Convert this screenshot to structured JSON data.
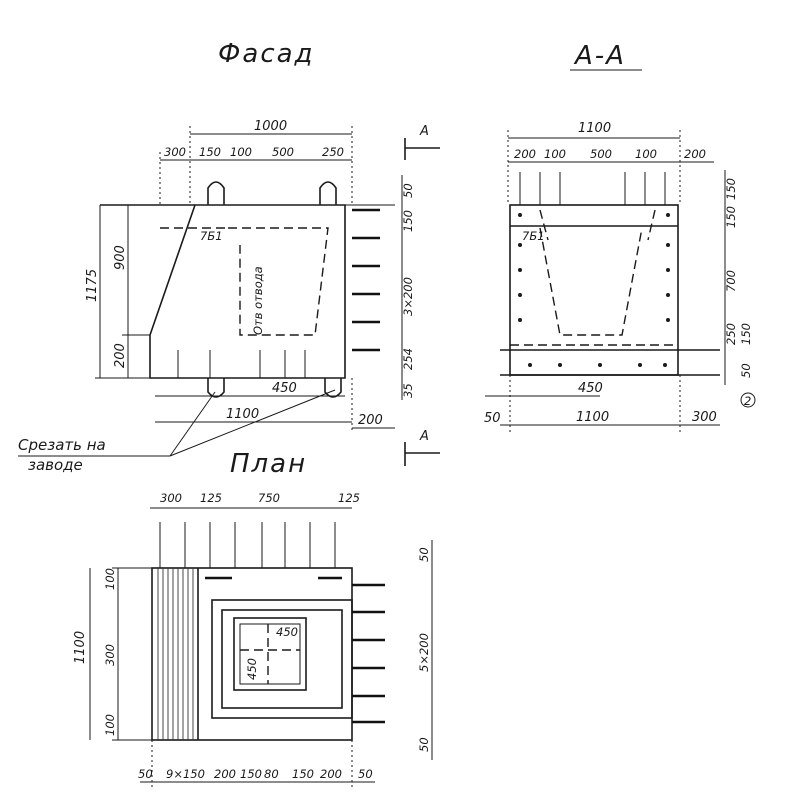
{
  "titles": {
    "facade": "Фасад",
    "section": "А-А",
    "plan": "План"
  },
  "section_marks": {
    "a_top": "А",
    "a_bottom": "А"
  },
  "note": {
    "line1": "Срезать на",
    "line2": "заводе"
  },
  "facade": {
    "top_total": "1000",
    "top_parts": [
      "300",
      "150",
      "100",
      "500",
      "250"
    ],
    "left_total": "1175",
    "left_900": "900",
    "left_200": "200",
    "right_50": "50",
    "right_150": "150",
    "right_spacing": "3×200",
    "right_254": "254",
    "right_35": "35",
    "inner_slope": "7Б1",
    "inner_label": "Отв отвода",
    "bottom_450": "450",
    "bottom_1100": "1100",
    "bottom_200": "200"
  },
  "section_aa": {
    "top_total": "1100",
    "top_parts": [
      "200",
      "100",
      "500",
      "100",
      "200"
    ],
    "right_150a": "150",
    "right_150b": "150",
    "right_700": "700",
    "right_250": "250",
    "right_50": "50",
    "right_150c": "150",
    "inner_slope": "7Б1",
    "inner_450": "450",
    "bottom_50": "50",
    "bottom_1100": "1100",
    "bottom_300": "300",
    "circle_mark": "2"
  },
  "plan": {
    "top_parts": [
      "300",
      "125",
      "750",
      "125"
    ],
    "left_total": "1100",
    "left_100a": "100",
    "left_300": "300",
    "left_100b": "100",
    "right_50a": "50",
    "right_spacing": "5×200",
    "right_50b": "50",
    "inner_450a": "450",
    "inner_450b": "450",
    "bottom_parts": [
      "50",
      "9×150",
      "200",
      "150",
      "80",
      "150",
      "200",
      "50"
    ]
  }
}
